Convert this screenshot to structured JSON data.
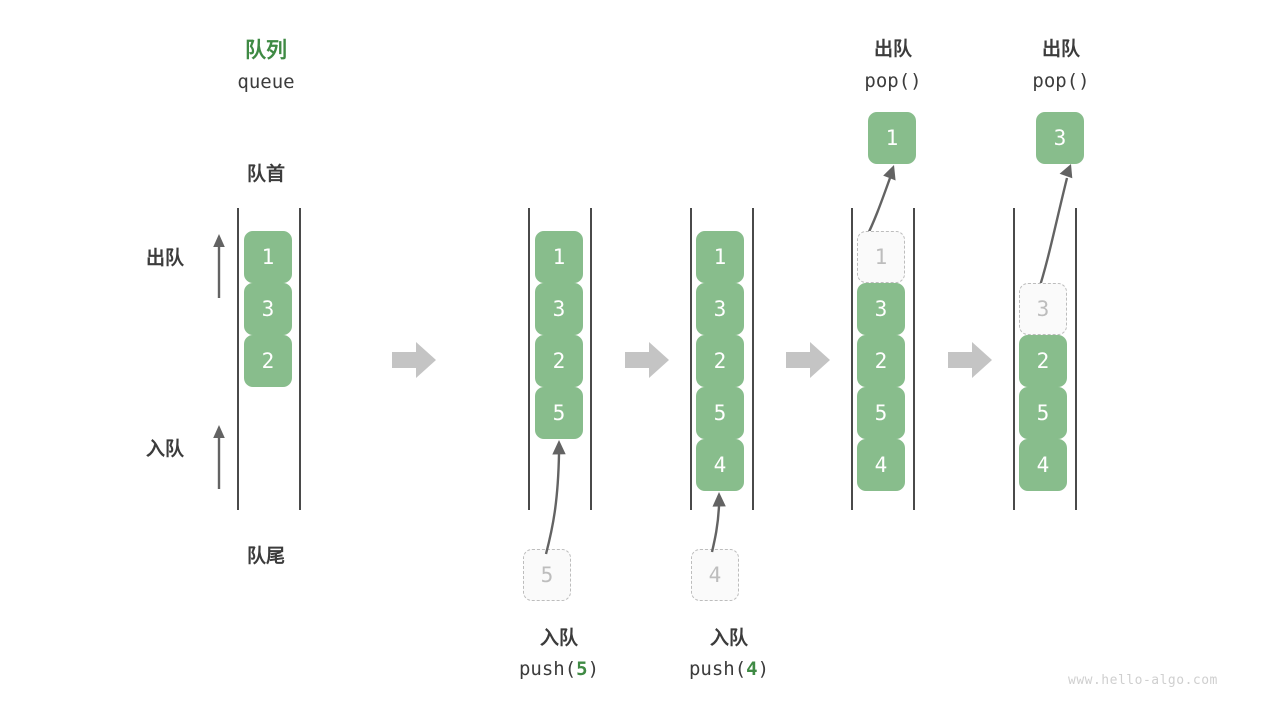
{
  "figure": {
    "title_cn": "队列",
    "title_en": "queue",
    "head_label": "队首",
    "tail_label": "队尾",
    "dequeue_label": "出队",
    "enqueue_label": "入队",
    "watermark": "www.hello-algo.com"
  },
  "colors": {
    "element_fill": "#88bd8c",
    "element_text": "#ffffff",
    "ghost_border": "#bdbdbd",
    "ghost_text": "#bdbdbd",
    "rail": "#4a4a4a",
    "title_green": "#3f8a44",
    "text_dark": "#3c3c3c",
    "step_arrow": "#c4c4c4",
    "motion_arrow": "#636363",
    "watermark": "#cfcfcf"
  },
  "stages": [
    {
      "id": "initial",
      "caption_cn": "",
      "caption_code": "",
      "elements": [
        "1",
        "3",
        "2"
      ],
      "ghost_in_queue": null,
      "incoming": null,
      "popped": null
    },
    {
      "id": "push-5",
      "caption_cn": "入队",
      "caption_code": "push(5)",
      "caption_arg": "5",
      "elements": [
        "1",
        "3",
        "2",
        "5"
      ],
      "ghost_in_queue": null,
      "incoming": "5",
      "popped": null
    },
    {
      "id": "push-4",
      "caption_cn": "入队",
      "caption_code": "push(4)",
      "caption_arg": "4",
      "elements": [
        "1",
        "3",
        "2",
        "5",
        "4"
      ],
      "ghost_in_queue": null,
      "incoming": "4",
      "popped": null
    },
    {
      "id": "pop-1",
      "caption_cn": "出队",
      "caption_code": "pop()",
      "elements": [
        "3",
        "2",
        "5",
        "4"
      ],
      "ghost_in_queue": "1",
      "incoming": null,
      "popped": "1"
    },
    {
      "id": "pop-3",
      "caption_cn": "出队",
      "caption_code": "pop()",
      "elements": [
        "2",
        "5",
        "4"
      ],
      "ghost_in_queue": "3",
      "incoming": null,
      "popped": "3"
    }
  ],
  "step_arrows": [
    {
      "label": "transition-1"
    },
    {
      "label": "transition-2"
    },
    {
      "label": "transition-3"
    },
    {
      "label": "transition-4"
    }
  ],
  "chart_data": {
    "type": "diagram",
    "title": "队列 queue",
    "description": "Queue push/pop operation sequence",
    "snapshots": [
      {
        "stage": "initial",
        "queue_front_to_back": [
          "1",
          "3",
          "2"
        ]
      },
      {
        "stage": "push(5)",
        "queue_front_to_back": [
          "1",
          "3",
          "2",
          "5"
        ]
      },
      {
        "stage": "push(4)",
        "queue_front_to_back": [
          "1",
          "3",
          "2",
          "5",
          "4"
        ]
      },
      {
        "stage": "pop() -> 1",
        "queue_front_to_back": [
          "3",
          "2",
          "5",
          "4"
        ]
      },
      {
        "stage": "pop() -> 3",
        "queue_front_to_back": [
          "2",
          "5",
          "4"
        ]
      }
    ]
  }
}
